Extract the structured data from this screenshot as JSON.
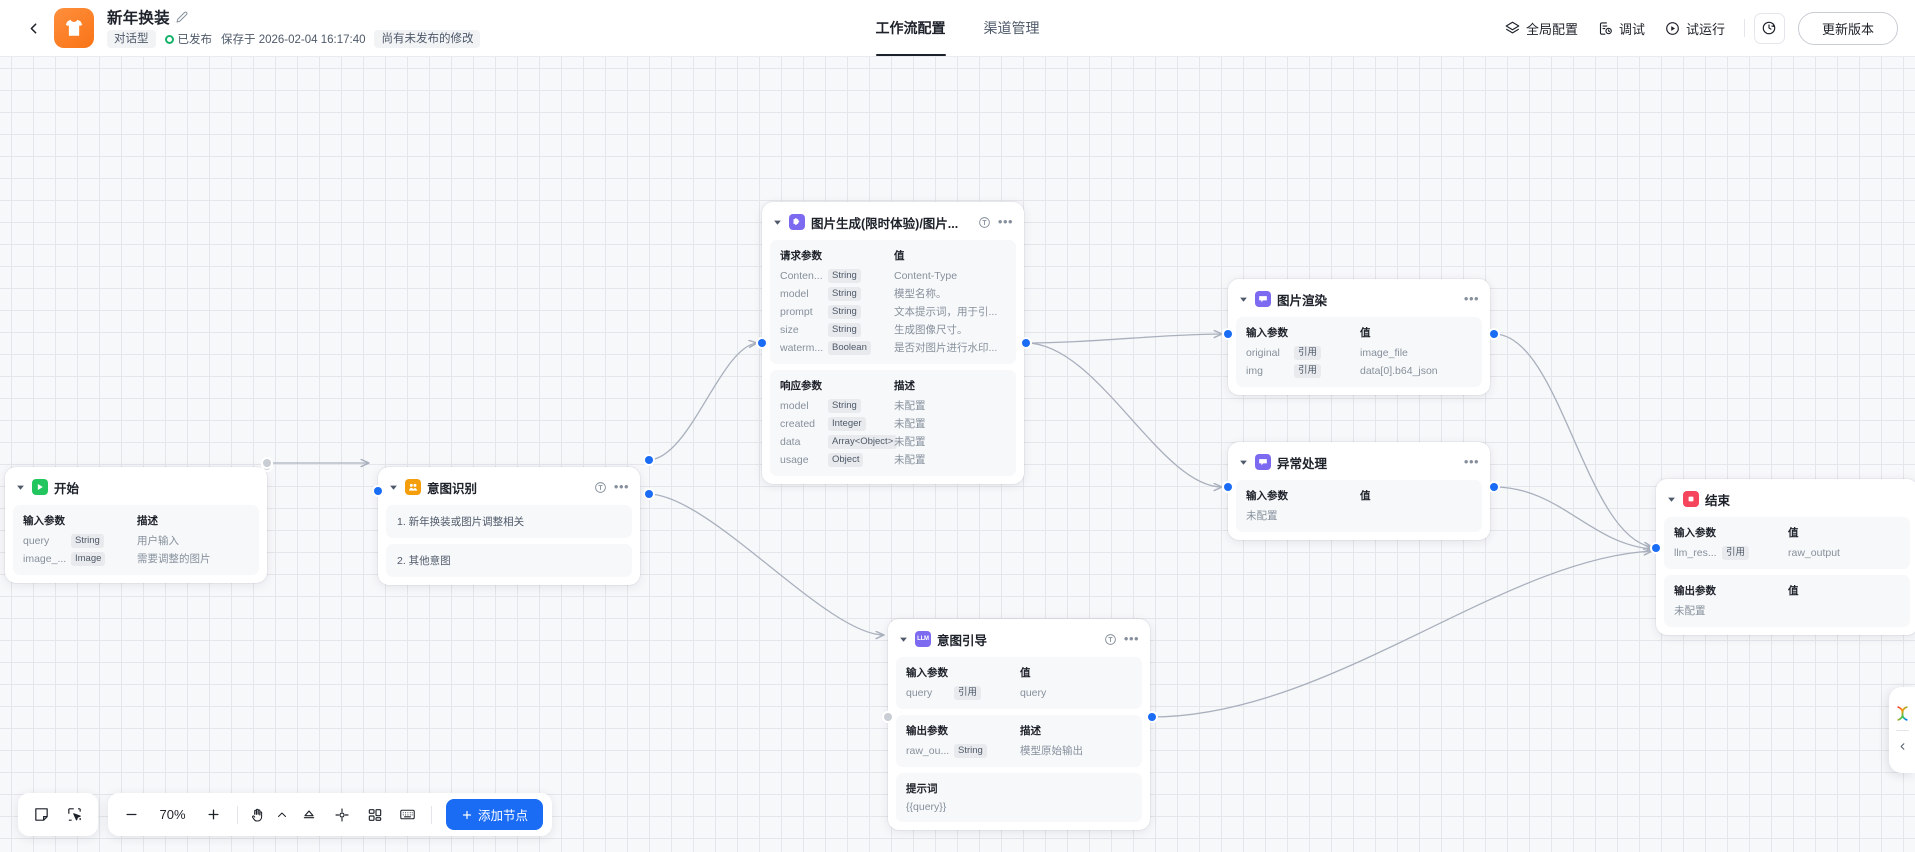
{
  "header": {
    "back_icon": "chevron-left-icon",
    "logo_icon": "tshirt-app-logo",
    "title": "新年换装",
    "edit_icon": "pencil-icon",
    "type_badge": "对话型",
    "publish_status": "已发布",
    "saved_at": "保存于 2026-02-04 16:17:40",
    "unpublished_badge": "尚有未发布的修改",
    "tabs": [
      {
        "label": "工作流配置",
        "active": true
      },
      {
        "label": "渠道管理",
        "active": false
      }
    ],
    "actions": [
      {
        "label": "全局配置",
        "icon": "layers-icon"
      },
      {
        "label": "调试",
        "icon": "debug-doc-icon"
      },
      {
        "label": "试运行",
        "icon": "play-circle-icon"
      }
    ],
    "history_icon": "history-clock-icon",
    "update_button": "更新版本",
    "accent_color": "#1a6cf5",
    "brand_color": "#f97316",
    "status_color": "#17b26a"
  },
  "nodes": {
    "start": {
      "title": "开始",
      "icon": "play-start-icon",
      "icon_color": "#22c55e",
      "sections": [
        {
          "headers": [
            "输入参数",
            "",
            "描述"
          ],
          "rows": [
            {
              "name": "query",
              "type": "String",
              "desc": "用户输入"
            },
            {
              "name": "image_...",
              "type": "Image",
              "desc": "需要调整的图片"
            }
          ]
        }
      ]
    },
    "intent": {
      "title": "意图识别",
      "icon": "intent-recognition-icon",
      "icon_color": "#f59e0b",
      "info_icon": "info-circle-icon",
      "more_icon": "more-dots-icon",
      "branches": [
        "1. 新年换装或图片调整相关",
        "2. 其他意图"
      ]
    },
    "imagegen": {
      "title": "图片生成(限时体验)/图片...",
      "icon": "plugin-puzzle-icon",
      "icon_color": "#7c6bf0",
      "info_icon": "info-circle-icon",
      "more_icon": "more-dots-icon",
      "sections": [
        {
          "headers": [
            "请求参数",
            "",
            "值"
          ],
          "rows": [
            {
              "name": "Conten...",
              "type": "String",
              "desc": "Content-Type"
            },
            {
              "name": "model",
              "type": "String",
              "desc": "模型名称。"
            },
            {
              "name": "prompt",
              "type": "String",
              "desc": "文本提示词，用于引..."
            },
            {
              "name": "size",
              "type": "String",
              "desc": "生成图像尺寸。"
            },
            {
              "name": "waterm...",
              "type": "Boolean",
              "desc": "是否对图片进行水印..."
            }
          ]
        },
        {
          "headers": [
            "响应参数",
            "",
            "描述"
          ],
          "rows": [
            {
              "name": "model",
              "type": "String",
              "desc": "未配置"
            },
            {
              "name": "created",
              "type": "Integer",
              "desc": "未配置"
            },
            {
              "name": "data",
              "type": "Array<Object>",
              "desc": "未配置"
            },
            {
              "name": "usage",
              "type": "Object",
              "desc": "未配置"
            }
          ]
        }
      ]
    },
    "render": {
      "title": "图片渲染",
      "icon": "message-card-icon",
      "icon_color": "#7c6bf0",
      "more_icon": "more-dots-icon",
      "sections": [
        {
          "headers": [
            "输入参数",
            "",
            "值"
          ],
          "rows": [
            {
              "name": "original",
              "type": "引用",
              "desc": "image_file"
            },
            {
              "name": "img",
              "type": "引用",
              "desc": "data[0].b64_json"
            }
          ]
        }
      ]
    },
    "exception": {
      "title": "异常处理",
      "icon": "message-card-icon",
      "icon_color": "#7c6bf0",
      "more_icon": "more-dots-icon",
      "sections": [
        {
          "headers": [
            "输入参数",
            "",
            "值"
          ],
          "empty_text": "未配置"
        }
      ]
    },
    "guide": {
      "title": "意图引导",
      "icon": "llm-icon",
      "icon_label": "LLM",
      "icon_color": "#7c6bf0",
      "info_icon": "info-circle-icon",
      "more_icon": "more-dots-icon",
      "sections": [
        {
          "headers": [
            "输入参数",
            "",
            "值"
          ],
          "rows": [
            {
              "name": "query",
              "type": "引用",
              "desc": "query"
            }
          ]
        },
        {
          "headers": [
            "输出参数",
            "",
            "描述"
          ],
          "rows": [
            {
              "name": "raw_ou...",
              "type": "String",
              "desc": "模型原始输出"
            }
          ]
        }
      ],
      "prompt_label": "提示词",
      "prompt_value": "{{query}}"
    },
    "end": {
      "title": "结束",
      "icon": "stop-square-icon",
      "icon_color": "#f5455c",
      "sections": [
        {
          "headers": [
            "输入参数",
            "",
            "值"
          ],
          "rows": [
            {
              "name": "llm_res...",
              "type": "引用",
              "desc": "raw_output"
            }
          ]
        },
        {
          "headers": [
            "输出参数",
            "",
            "值"
          ],
          "empty_text": "未配置"
        }
      ]
    }
  },
  "toolbar": {
    "note_icon": "sticky-note-icon",
    "select_icon": "cursor-select-icon",
    "zoom_out_icon": "minus-icon",
    "zoom_level": "70%",
    "zoom_in_icon": "plus-icon",
    "hand_icon": "hand-icon",
    "hand_caret_icon": "chevron-up-icon",
    "fit_icon": "fit-view-icon",
    "center_icon": "center-target-icon",
    "layout_icon": "auto-layout-icon",
    "keyboard_icon": "keyboard-shortcuts-icon",
    "add_node_label": "添加节点",
    "add_node_icon": "plus-icon"
  },
  "side_widget": {
    "logo_icon": "ai-gradient-logo-icon",
    "collapse_icon": "chevron-left-icon"
  }
}
